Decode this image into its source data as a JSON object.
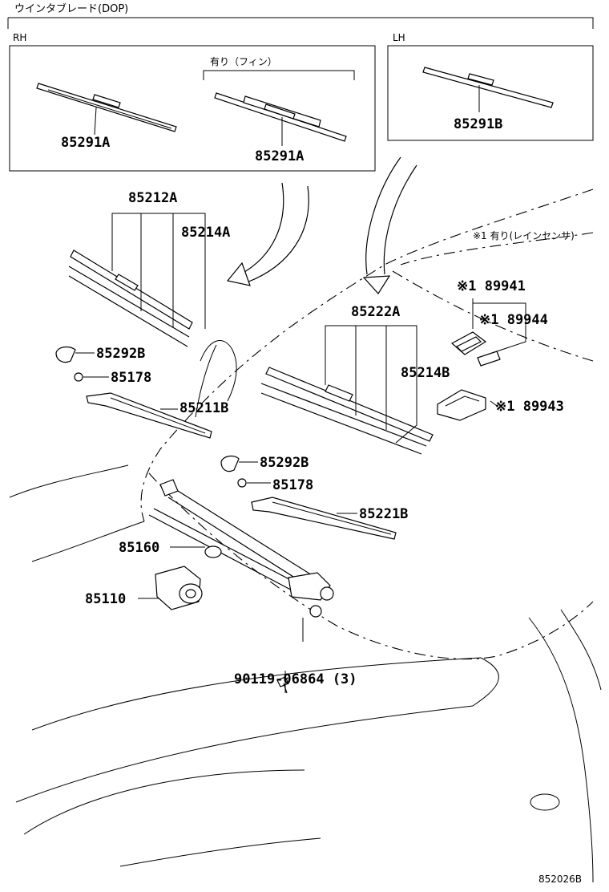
{
  "header": {
    "title": "ウインタブレード(DOP)"
  },
  "boxes": {
    "rh_label": "RH",
    "lh_label": "LH",
    "fin_label": "有り（フィン）"
  },
  "note": {
    "rain_sensor": "※1 有り(レインセンサ)"
  },
  "parts": {
    "p85291A_1": "85291A",
    "p85291A_2": "85291A",
    "p85291B": "85291B",
    "p85212A": "85212A",
    "p85214A": "85214A",
    "p85222A": "85222A",
    "p85214B": "85214B",
    "p85292B_1": "85292B",
    "p85178_1": "85178",
    "p85211B": "85211B",
    "p85292B_2": "85292B",
    "p85178_2": "85178",
    "p85221B": "85221B",
    "p85160": "85160",
    "p85110": "85110",
    "p89941": "※1 89941",
    "p89944": "※1 89944",
    "p89943": "※1 89943",
    "p90119": "90119-06864 (3)"
  },
  "figure_code": "852026B"
}
